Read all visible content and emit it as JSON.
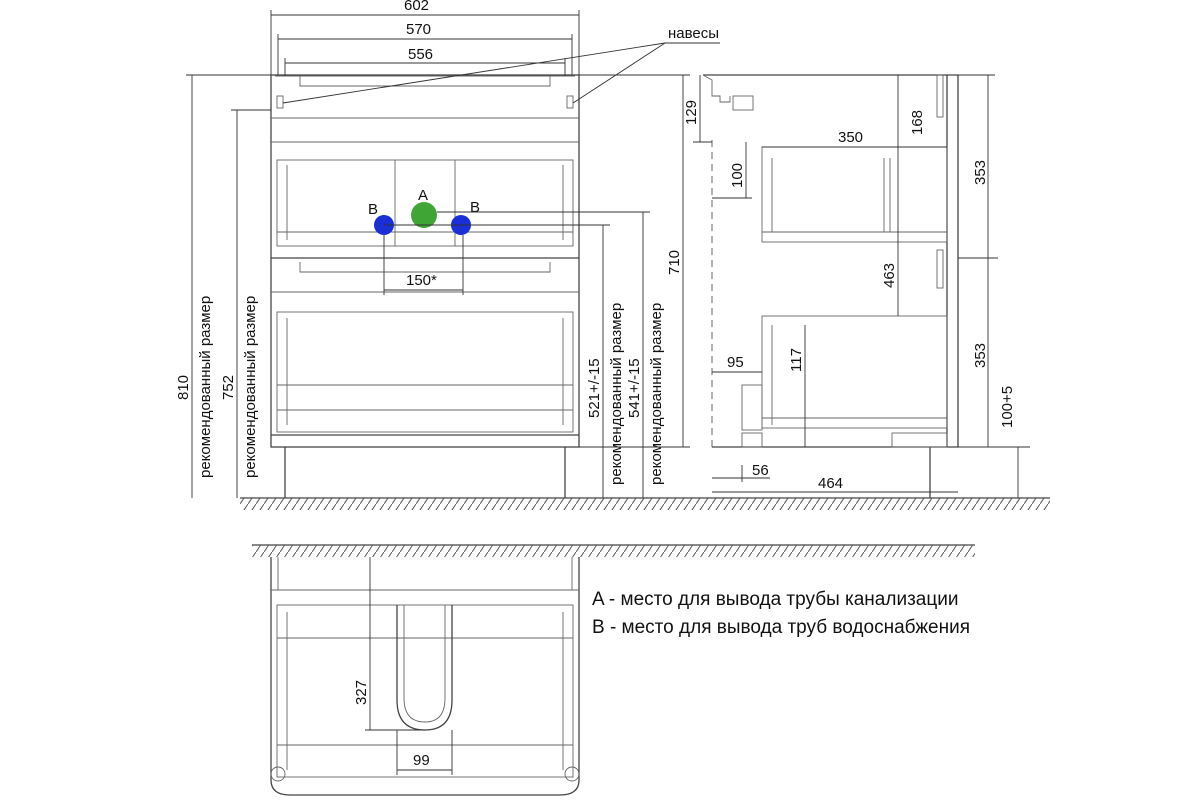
{
  "front": {
    "w602": "602",
    "w570": "570",
    "w556": "556",
    "hinges": "навесы",
    "h810": "810",
    "h752": "752",
    "rec": "рекомендованный размер",
    "d150": "150*",
    "h521": "521+/-15",
    "h541": "541+/-15",
    "h710": "710",
    "labelA": "A",
    "labelB": "B",
    "colorA": "#3fa535",
    "colorB": "#1a2fd6"
  },
  "side": {
    "d129": "129",
    "d168": "168",
    "d350": "350",
    "d100": "100",
    "d353a": "353",
    "d463": "463",
    "d353b": "353",
    "d95": "95",
    "d117": "117",
    "d100_5": "100+5",
    "d56": "56",
    "d464": "464"
  },
  "top": {
    "d327": "327",
    "d99": "99"
  },
  "legend": {
    "a": "A - место для вывода трубы канализации",
    "b": "B - место для вывода труб водоснабжения"
  }
}
